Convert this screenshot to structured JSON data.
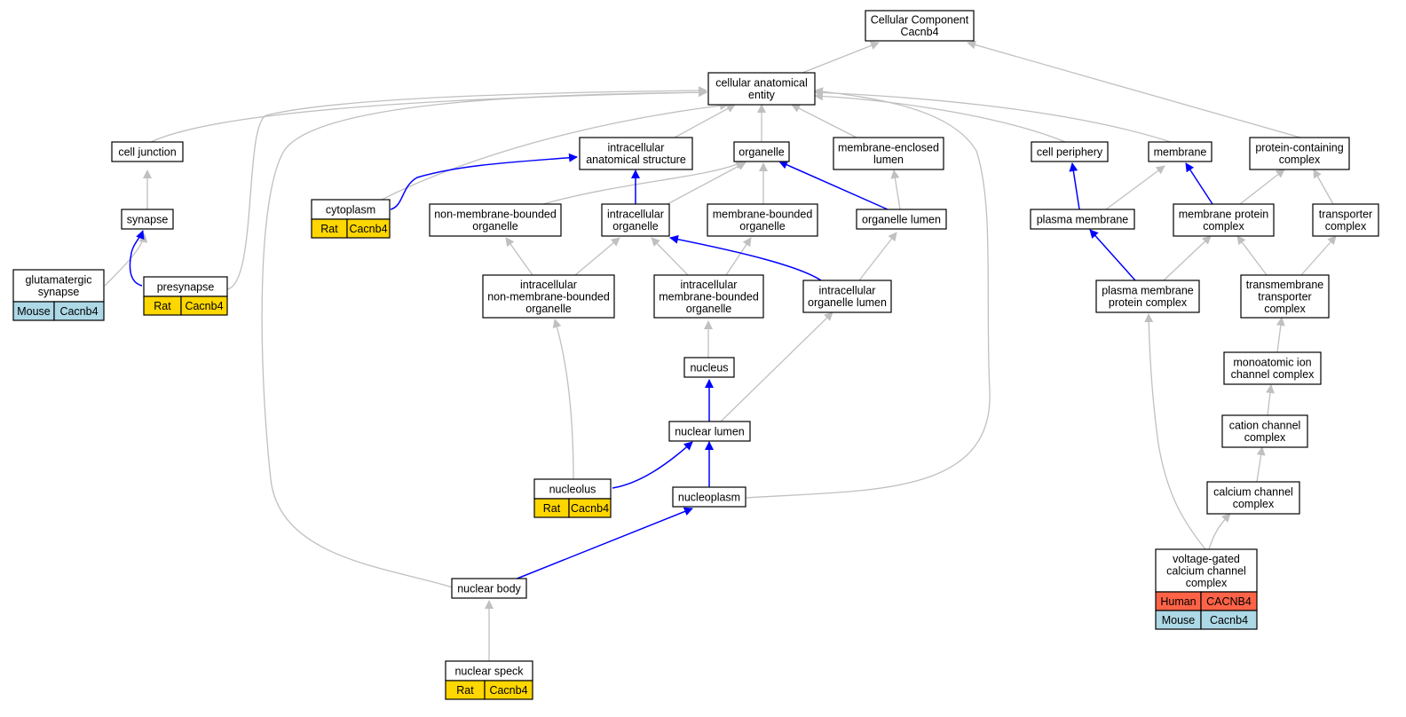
{
  "colors": {
    "grey_edge": "#c0c0c0",
    "blue_edge": "#0000ff",
    "rat": "#ffd700",
    "mouse": "#add8e6",
    "human": "#ff6347"
  },
  "nodes": {
    "root": [
      "Cellular Component",
      "Cacnb4"
    ],
    "cae": [
      "cellular anatomical",
      "entity"
    ],
    "cell_junction": [
      "cell junction"
    ],
    "synapse": [
      "synapse"
    ],
    "glut_synapse": [
      "glutamatergic",
      "synapse"
    ],
    "presynapse": [
      "presynapse"
    ],
    "ias": [
      "intracellular",
      "anatomical structure"
    ],
    "cytoplasm": [
      "cytoplasm"
    ],
    "organelle": [
      "organelle"
    ],
    "mel": [
      "membrane-enclosed",
      "lumen"
    ],
    "nmbo": [
      "non-membrane-bounded",
      "organelle"
    ],
    "io": [
      "intracellular",
      "organelle"
    ],
    "mbo": [
      "membrane-bounded",
      "organelle"
    ],
    "ol": [
      "organelle lumen"
    ],
    "inmbo": [
      "intracellular",
      "non-membrane-bounded",
      "organelle"
    ],
    "imbo": [
      "intracellular",
      "membrane-bounded",
      "organelle"
    ],
    "iol": [
      "intracellular",
      "organelle lumen"
    ],
    "nucleus": [
      "nucleus"
    ],
    "nuclear_lumen": [
      "nuclear lumen"
    ],
    "nucleolus": [
      "nucleolus"
    ],
    "nucleoplasm": [
      "nucleoplasm"
    ],
    "nuclear_body": [
      "nuclear body"
    ],
    "nuclear_speck": [
      "nuclear speck"
    ],
    "cell_periphery": [
      "cell periphery"
    ],
    "membrane": [
      "membrane"
    ],
    "pcc": [
      "protein-containing",
      "complex"
    ],
    "plasma_membrane": [
      "plasma membrane"
    ],
    "mpc": [
      "membrane protein",
      "complex"
    ],
    "transporter": [
      "transporter",
      "complex"
    ],
    "pmpc": [
      "plasma membrane",
      "protein complex"
    ],
    "ttc": [
      "transmembrane",
      "transporter",
      "complex"
    ],
    "maic": [
      "monoatomic ion",
      "channel complex"
    ],
    "ccc": [
      "cation channel",
      "complex"
    ],
    "calc": [
      "calcium channel",
      "complex"
    ],
    "vgcc": [
      "voltage-gated",
      "calcium channel",
      "complex"
    ]
  },
  "annotations": {
    "glut_synapse": [
      [
        "Mouse",
        "Cacnb4"
      ]
    ],
    "presynapse": [
      [
        "Rat",
        "Cacnb4"
      ]
    ],
    "cytoplasm": [
      [
        "Rat",
        "Cacnb4"
      ]
    ],
    "nucleolus": [
      [
        "Rat",
        "Cacnb4"
      ]
    ],
    "nuclear_speck": [
      [
        "Rat",
        "Cacnb4"
      ]
    ],
    "vgcc": [
      [
        "Human",
        "CACNB4"
      ],
      [
        "Mouse",
        "Cacnb4"
      ]
    ]
  }
}
